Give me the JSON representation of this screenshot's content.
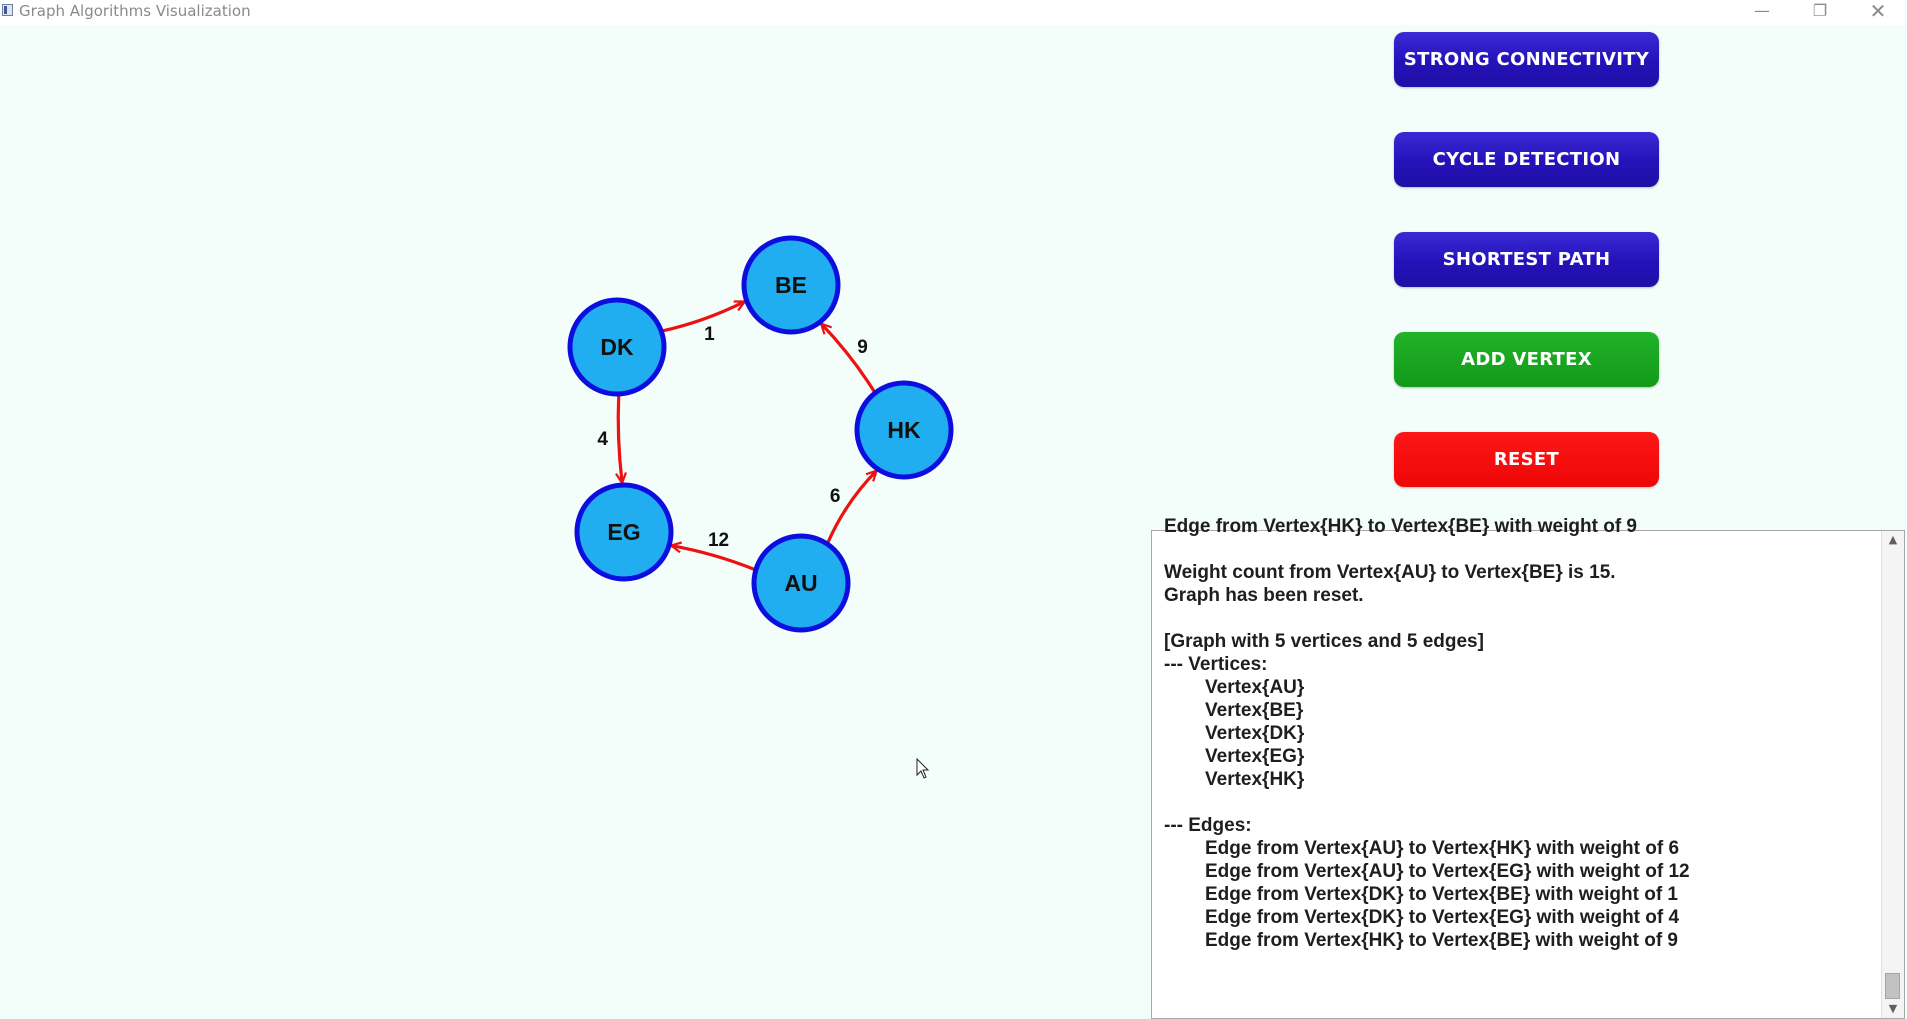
{
  "window": {
    "title": "Graph Algorithms Visualization",
    "minimize_glyph": "—",
    "maximize_glyph": "❐",
    "close_glyph": "✕"
  },
  "buttons": {
    "strong_connectivity": "STRONG CONNECTIVITY",
    "cycle_detection": "CYCLE DETECTION",
    "shortest_path": "SHORTEST PATH",
    "add_vertex": "ADD VERTEX",
    "reset": "RESET"
  },
  "colors": {
    "background": "#f3fdf9",
    "vertex_fill": "#21aef0",
    "vertex_stroke": "#0c0ee0",
    "edge": "#ee1111",
    "button_blue": "#2412b8",
    "button_green": "#129a18",
    "button_red": "#ee0707"
  },
  "graph": {
    "vertices": [
      {
        "id": "BE",
        "label": "BE"
      },
      {
        "id": "DK",
        "label": "DK"
      },
      {
        "id": "HK",
        "label": "HK"
      },
      {
        "id": "EG",
        "label": "EG"
      },
      {
        "id": "AU",
        "label": "AU"
      }
    ],
    "edges": [
      {
        "from": "AU",
        "to": "HK",
        "weight": "6"
      },
      {
        "from": "AU",
        "to": "EG",
        "weight": "12"
      },
      {
        "from": "DK",
        "to": "BE",
        "weight": "1"
      },
      {
        "from": "DK",
        "to": "EG",
        "weight": "4"
      },
      {
        "from": "HK",
        "to": "BE",
        "weight": "9"
      }
    ]
  },
  "console": {
    "lines": [
      "Edge from Vertex{HK} to Vertex{BE} with weight of 9",
      "",
      "Weight count from Vertex{AU} to Vertex{BE} is 15.",
      "Graph has been reset.",
      "",
      "[Graph with 5 vertices and 5 edges]",
      "--- Vertices:",
      "Vertex{AU}",
      "Vertex{BE}",
      "Vertex{DK}",
      "Vertex{EG}",
      "Vertex{HK}",
      "",
      "--- Edges:",
      "Edge from Vertex{AU} to Vertex{HK} with weight of 6",
      "Edge from Vertex{AU} to Vertex{EG} with weight of 12",
      "Edge from Vertex{DK} to Vertex{BE} with weight of 1",
      "Edge from Vertex{DK} to Vertex{EG} with weight of 4",
      "Edge from Vertex{HK} to Vertex{BE} with weight of 9"
    ],
    "indented": [
      false,
      false,
      false,
      false,
      false,
      false,
      false,
      true,
      true,
      true,
      true,
      true,
      false,
      false,
      true,
      true,
      true,
      true,
      true
    ]
  }
}
